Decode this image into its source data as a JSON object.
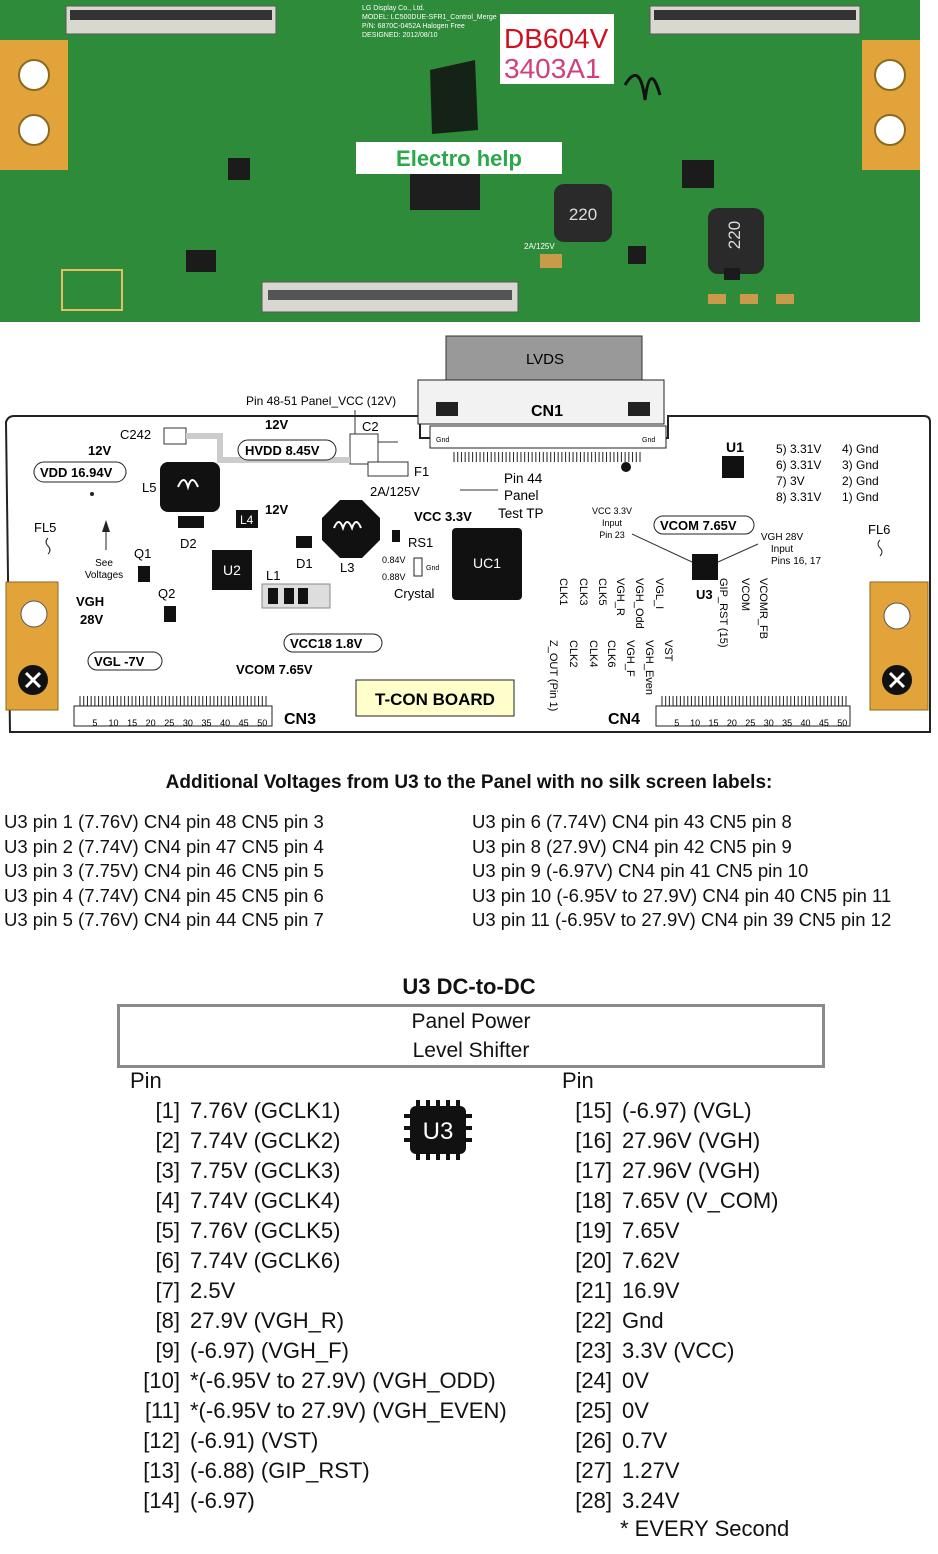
{
  "photo": {
    "watermark": "Electro help",
    "label_codes": [
      "DB604V",
      "3403A1"
    ],
    "inductor_marks": [
      "220",
      "220"
    ],
    "silk_lines": [
      "LG Display Co., Ltd.",
      "MODEL: LC500DUE-SFR1_Control_Merge",
      "P/N: 6870C-0452A Halogen Free",
      "DESIGNED: 2012/08/10"
    ],
    "fuse_label": "2A/125V",
    "board_color": "#2e8b3a",
    "ear_color": "#e2a33a"
  },
  "diagram": {
    "title": "T-CON BOARD",
    "lvds": "LVDS",
    "cn1": "CN1",
    "cn3": "CN3",
    "cn4": "CN4",
    "pin48": "Pin 48-51 Panel_VCC (12V)",
    "c242": "C242",
    "c2": "C2",
    "f1": "F1",
    "fuse": "2A/125V",
    "pin44": [
      "Pin 44",
      "Panel",
      "Test  TP"
    ],
    "v12a": "12V",
    "v12b": "12V",
    "v12c": "12V",
    "hvdd": "HVDD 8.45V",
    "vdd": "VDD 16.94V",
    "l5": "L5",
    "l4": "L4",
    "d2": "D2",
    "u2": "U2",
    "l1": "L1",
    "d1": "D1",
    "l3": "L3",
    "vcc33": "VCC 3.3V",
    "rs1": "RS1",
    "v084": "0.84V",
    "v088": "0.88V",
    "gnd_small": "Gnd",
    "crystal": "Crystal",
    "uc1": "UC1",
    "fl5": "FL5",
    "fl6": "FL6",
    "see_voltages": [
      "See",
      "Voltages"
    ],
    "q1": "Q1",
    "q2": "Q2",
    "vgh": "VGH",
    "vgh28": "28V",
    "vgl": "VGL -7V",
    "vcc18": "VCC18  1.8V",
    "vcom_cn3": "VCOM 7.65V",
    "u1": "U1",
    "u1_pins_right": [
      "5) 3.31V",
      "6) 3.31V",
      "7) 3V",
      "8) 3.31V"
    ],
    "u1_pins_left": [
      "4) Gnd",
      "3) Gnd",
      "2) Gnd",
      "1) Gnd"
    ],
    "vcc_input": [
      "VCC 3.3V",
      "Input",
      "Pin 23"
    ],
    "vcom_u3": "VCOM 7.65V",
    "vgh_input": [
      "VGH 28V",
      "Input",
      "Pins 16, 17"
    ],
    "u3": "U3",
    "cn4_labels_top": [
      "CLK1",
      "CLK3",
      "CLK5",
      "VGH_R",
      "VGH_Odd",
      "VGL_I",
      "GIP_RST (15)",
      "VCOM",
      "VCOMR_FB"
    ],
    "cn4_labels_bottom": [
      "Z_OUT (Pin 1)",
      "CLK2",
      "CLK4",
      "CLK6",
      "VGH_F",
      "VGH_Even",
      "VST"
    ],
    "scale_numbers": [
      "5",
      "10",
      "15",
      "20",
      "25",
      "30",
      "35",
      "40",
      "45",
      "50"
    ],
    "gnd_cn1": "Gnd"
  },
  "voltages": {
    "heading": "Additional Voltages from U3 to the Panel with no silk screen labels:",
    "left": [
      "U3 pin 1 (7.76V) CN4 pin 48 CN5 pin 3",
      "U3 pin 2 (7.74V) CN4 pin 47 CN5 pin 4",
      "U3 pin 3 (7.75V) CN4 pin 46 CN5 pin 5",
      "U3 pin 4 (7.74V) CN4 pin 45 CN5 pin 6",
      "U3 pin 5 (7.76V) CN4 pin 44 CN5 pin 7"
    ],
    "right": [
      "U3 pin 6 (7.74V) CN4 pin 43 CN5 pin 8",
      "U3 pin 8 (27.9V) CN4 pin 42 CN5 pin 9",
      "U3 pin 9 (-6.97V) CN4 pin 41 CN5 pin 10",
      "U3 pin 10 (-6.95V to 27.9V) CN4 pin 40 CN5 pin 11",
      "U3 pin 11 (-6.95V to 27.9V) CN4 pin 39 CN5 pin 12"
    ]
  },
  "u3_table": {
    "title": "U3 DC-to-DC",
    "box_lines": [
      "Panel Power",
      "Level Shifter"
    ],
    "pin_header": "Pin",
    "chip_label": "U3",
    "left_pins": [
      {
        "n": "[1]",
        "v": "7.76V (GCLK1)"
      },
      {
        "n": "[2]",
        "v": "7.74V (GCLK2)"
      },
      {
        "n": "[3]",
        "v": "7.75V (GCLK3)"
      },
      {
        "n": "[4]",
        "v": "7.74V (GCLK4)"
      },
      {
        "n": "[5]",
        "v": "7.76V (GCLK5)"
      },
      {
        "n": "[6]",
        "v": "7.74V (GCLK6)"
      },
      {
        "n": "[7]",
        "v": "2.5V"
      },
      {
        "n": "[8]",
        "v": "27.9V (VGH_R)"
      },
      {
        "n": "[9]",
        "v": "(-6.97) (VGH_F)"
      },
      {
        "n": "[10]",
        "v": "*(-6.95V to 27.9V) (VGH_ODD)"
      },
      {
        "n": "[11]",
        "v": "*(-6.95V to 27.9V) (VGH_EVEN)"
      },
      {
        "n": "[12]",
        "v": "(-6.91) (VST)"
      },
      {
        "n": "[13]",
        "v": "(-6.88) (GIP_RST)"
      },
      {
        "n": "[14]",
        "v": "(-6.97)"
      }
    ],
    "right_pins": [
      {
        "n": "[15]",
        "v": "(-6.97) (VGL)"
      },
      {
        "n": "[16]",
        "v": "27.96V (VGH)"
      },
      {
        "n": "[17]",
        "v": "27.96V (VGH)"
      },
      {
        "n": "[18]",
        "v": "7.65V (V_COM)"
      },
      {
        "n": "[19]",
        "v": "7.65V"
      },
      {
        "n": "[20]",
        "v": "7.62V"
      },
      {
        "n": "[21]",
        "v": "16.9V"
      },
      {
        "n": "[22]",
        "v": "Gnd"
      },
      {
        "n": "[23]",
        "v": "3.3V (VCC)"
      },
      {
        "n": "[24]",
        "v": "0V"
      },
      {
        "n": "[25]",
        "v": "0V"
      },
      {
        "n": "[26]",
        "v": "0.7V"
      },
      {
        "n": "[27]",
        "v": "1.27V"
      },
      {
        "n": "[28]",
        "v": "3.24V"
      }
    ],
    "note": "* EVERY  Second"
  }
}
